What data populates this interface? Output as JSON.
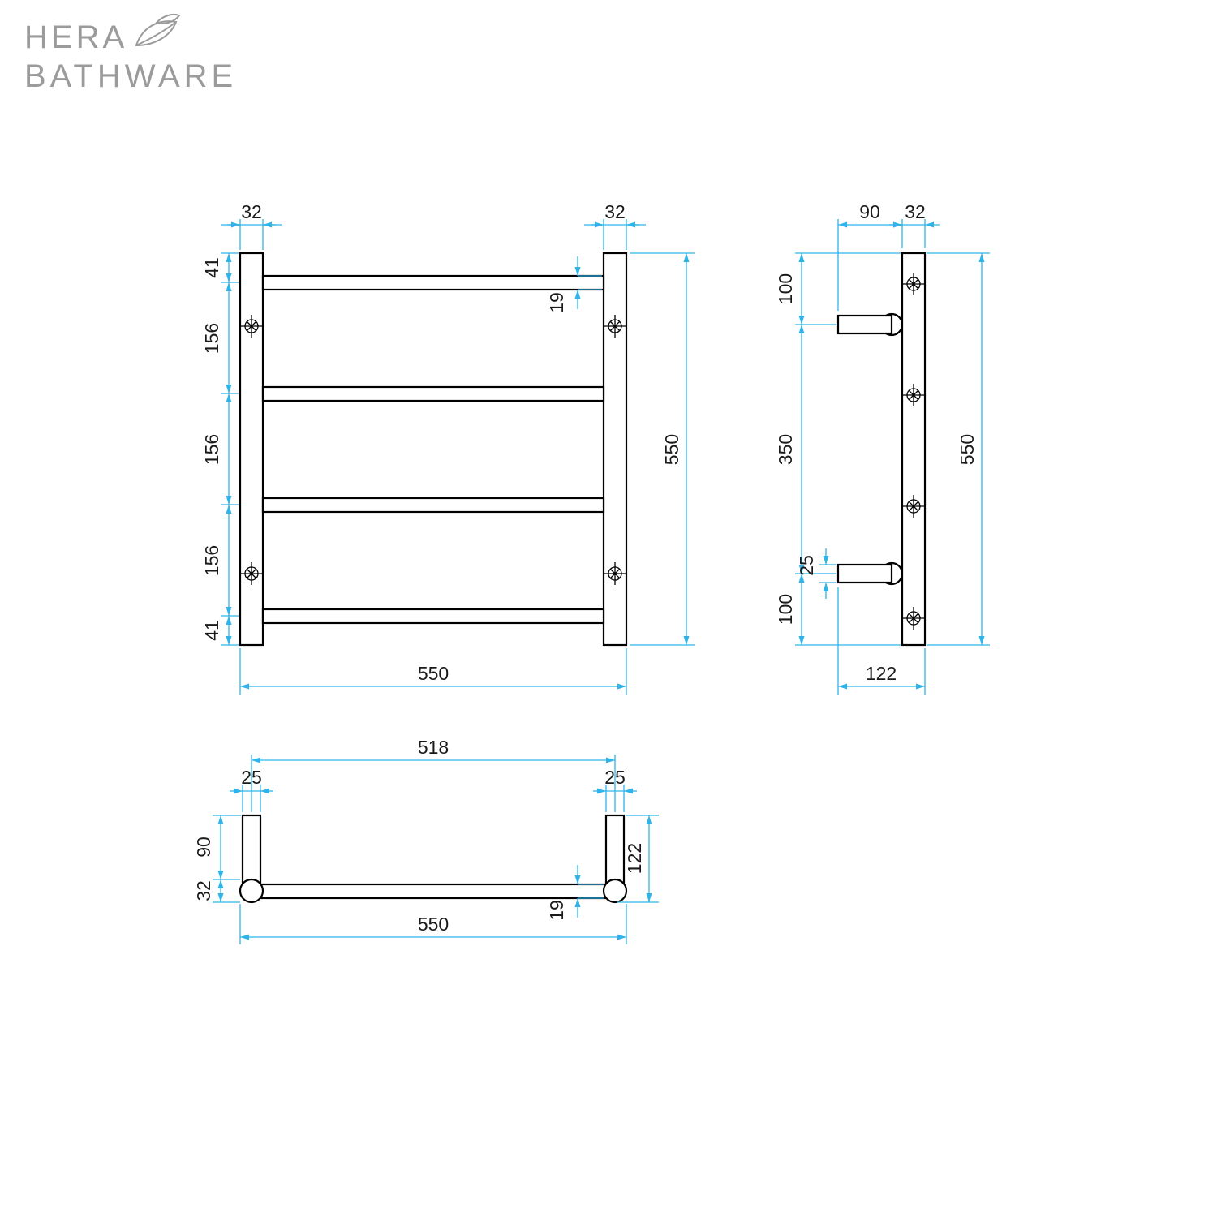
{
  "brand": {
    "line1": "HERA",
    "line2": "BATHWARE",
    "logo_color": "#9b9b9b"
  },
  "drawing": {
    "object_color": "#000000",
    "dimension_color": "#2fb4e9",
    "views": {
      "front": {
        "post_width_left": "32",
        "post_width_right": "32",
        "chain": [
          "41",
          "156",
          "156",
          "156",
          "41"
        ],
        "bar_diameter": "19",
        "overall_height": "550",
        "overall_width": "550"
      },
      "side": {
        "arm_length": "90",
        "rail_depth": "32",
        "top_to_arm": "100",
        "arm_spacing": "350",
        "arm_to_bottom": "100",
        "arm_thickness": "25",
        "overall_height": "550",
        "overall_depth": "122"
      },
      "top": {
        "post_spacing": "518",
        "arm_width_left": "25",
        "arm_width_right": "25",
        "arm_projection": "90",
        "post_diameter": "32",
        "overall_projection": "122",
        "bar_diameter": "19",
        "overall_width": "550"
      }
    }
  }
}
